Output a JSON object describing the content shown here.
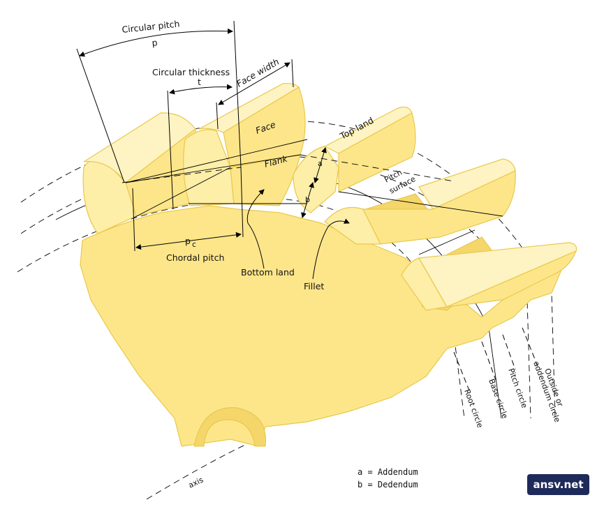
{
  "labels": {
    "circular_pitch": "Circular pitch",
    "p": "p",
    "circular_thickness": "Circular thickness",
    "t": "t",
    "face_width": "Face width",
    "face": "Face",
    "top_land": "Top land",
    "flank": "Flank",
    "a": "a",
    "b": "b",
    "pitch_surface_1": "Pitch",
    "pitch_surface_2": "surface",
    "pc": "p",
    "pc_sub": "c",
    "chordal_pitch": "Chordal pitch",
    "bottom_land": "Bottom land",
    "fillet": "Fillet",
    "root_circle": "Root circle",
    "base_circle": "Base circle",
    "pitch_circle": "Pitch circle",
    "outside_circle_1": "Outside or",
    "outside_circle_2": "addendum circle",
    "axis": "axis"
  },
  "legend": [
    {
      "key": "a",
      "text": "a  =  Addendum"
    },
    {
      "key": "b",
      "text": "b  =  Dedendum"
    }
  ],
  "watermark": "ansv.net",
  "colors": {
    "gear_fill": "#fde68a",
    "gear_edge": "#e9c84a",
    "badge": "#1e2a5a"
  }
}
